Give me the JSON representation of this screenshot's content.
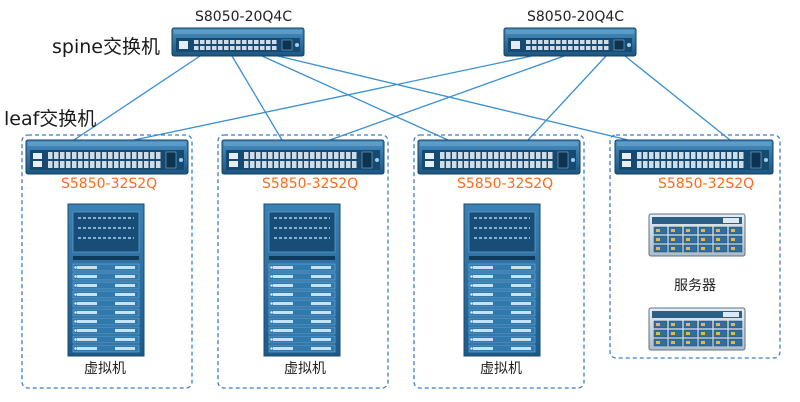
{
  "labels": {
    "spine_tier": "spine交换机",
    "leaf_tier": "leaf交换机"
  },
  "spine_switches": [
    {
      "model": "S8050-20Q4C"
    },
    {
      "model": "S8050-20Q4C"
    }
  ],
  "leaf_groups": [
    {
      "model": "S5850-32S2Q",
      "caption": "虚拟机",
      "content": "rack"
    },
    {
      "model": "S5850-32S2Q",
      "caption": "虚拟机",
      "content": "rack"
    },
    {
      "model": "S5850-32S2Q",
      "caption": "虚拟机",
      "content": "rack"
    },
    {
      "model": "S5850-32S2Q",
      "caption": "服务器",
      "content": "servers"
    }
  ],
  "links": [
    {
      "spine": 0,
      "leaf": 0
    },
    {
      "spine": 0,
      "leaf": 1
    },
    {
      "spine": 0,
      "leaf": 2
    },
    {
      "spine": 0,
      "leaf": 3
    },
    {
      "spine": 1,
      "leaf": 0
    },
    {
      "spine": 1,
      "leaf": 1
    },
    {
      "spine": 1,
      "leaf": 2
    },
    {
      "spine": 1,
      "leaf": 3
    }
  ],
  "colors": {
    "link": "#3a8fd0",
    "group_border": "#3a7fc8",
    "leaf_model": "#ff6a1a",
    "switch_body": "#1f5e8c",
    "rack_body": "#2a6d9d"
  }
}
